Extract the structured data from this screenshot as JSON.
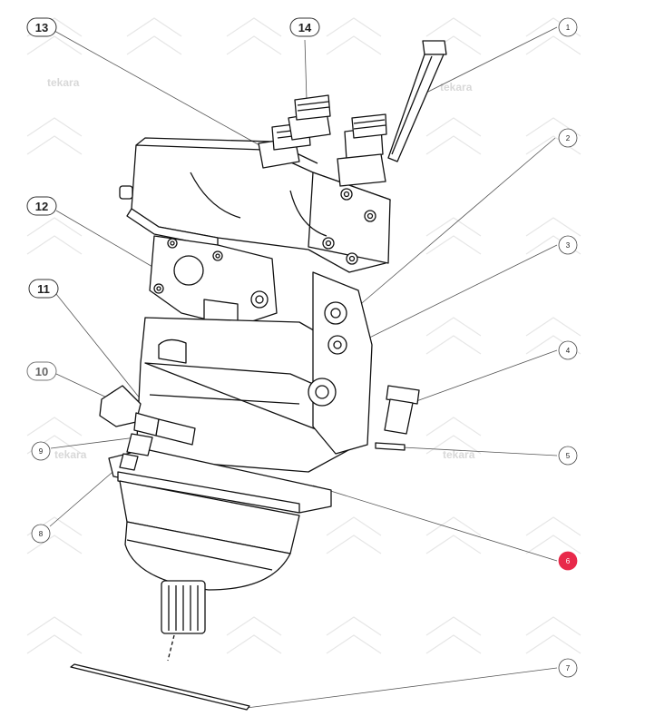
{
  "watermark": "tekara",
  "accent_color": "#e8294a",
  "callouts": [
    {
      "id": "1",
      "label": "1"
    },
    {
      "id": "2",
      "label": "2"
    },
    {
      "id": "3",
      "label": "3"
    },
    {
      "id": "4",
      "label": "4"
    },
    {
      "id": "5",
      "label": "5"
    },
    {
      "id": "6",
      "label": "6",
      "highlighted": true
    },
    {
      "id": "7",
      "label": "7"
    },
    {
      "id": "8",
      "label": "8"
    },
    {
      "id": "9",
      "label": "9"
    },
    {
      "id": "10",
      "label": "10"
    },
    {
      "id": "11",
      "label": "11"
    },
    {
      "id": "12",
      "label": "12"
    },
    {
      "id": "13",
      "label": "13"
    },
    {
      "id": "14",
      "label": "14"
    }
  ]
}
